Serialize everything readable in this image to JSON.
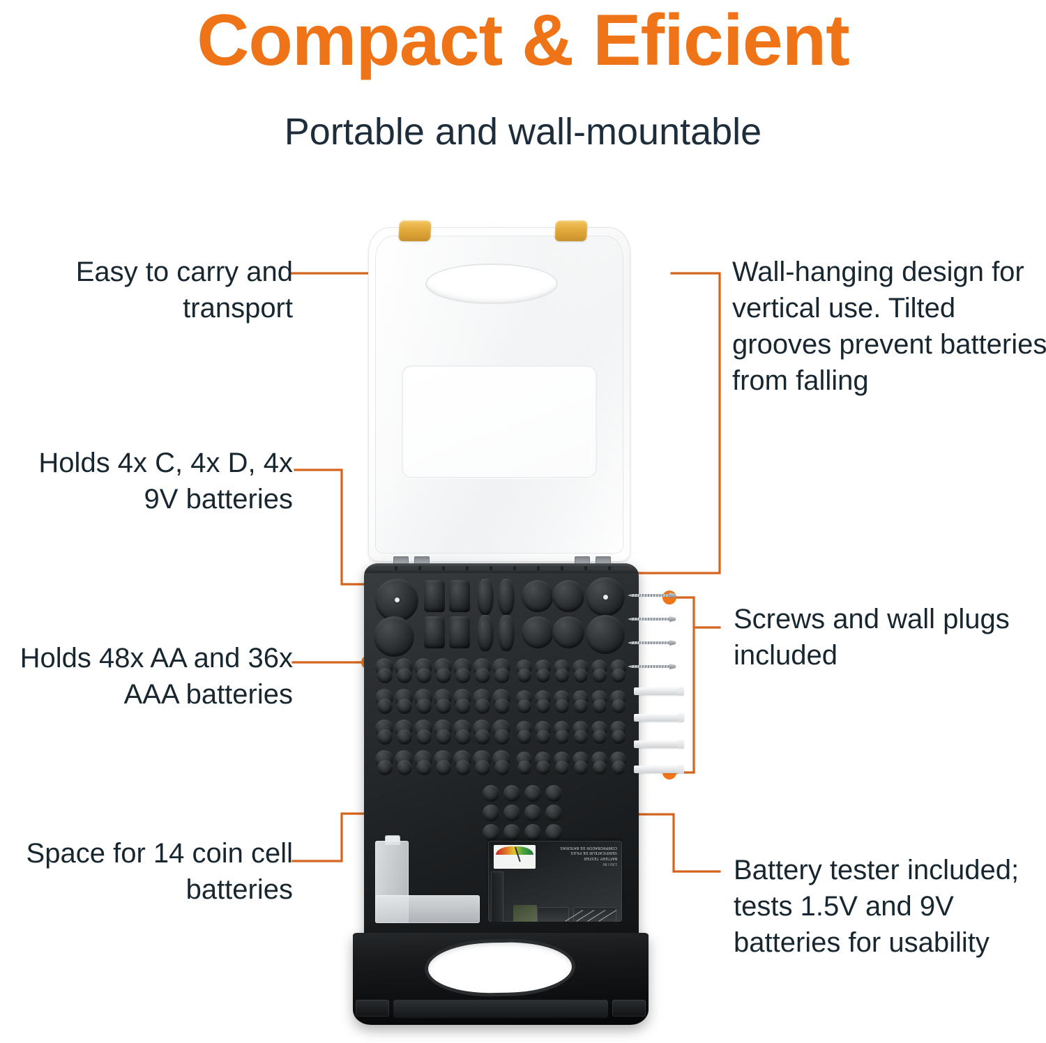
{
  "header": {
    "title": "Compact & Eficient",
    "subtitle": "Portable and wall-mountable"
  },
  "colors": {
    "accent_orange": "#ef7317",
    "line_orange": "#d4651f",
    "text_navy": "#18272f",
    "case_black": "#1b1e20",
    "latch_yellow": "#e3ab3c"
  },
  "callouts": {
    "carry": "Easy to carry and transport",
    "cd9v": "Holds 4x C, 4x D, 4x 9V batteries",
    "aa_aaa": "Holds 48x AA and 36x AAA batteries",
    "coin": "Space for 14 coin cell batteries",
    "wall": "Wall-hanging design for vertical use. Tilted grooves prevent batteries from falling",
    "screws": "Screws and wall plugs included",
    "tester": "Battery tester included; tests 1.5V and 9V batteries for usability"
  },
  "product": {
    "tester_label_line1": "BATTERY TESTER",
    "tester_label_line2": "VERIFICATEUR DE PILES",
    "tester_label_line3": "COMPROBADOR DE BATERIAS",
    "tester_voltage": "1.5V / 9V",
    "screw_count": 4,
    "wall_plug_count": 4,
    "latch_count": 2,
    "hinge_count": 4
  },
  "capacity": {
    "aa": "48x AA",
    "aaa": "36x AAA",
    "c": "4x C",
    "d": "4x D",
    "nine_volt": "4x 9V",
    "coin_cell": "14 coin cell"
  }
}
